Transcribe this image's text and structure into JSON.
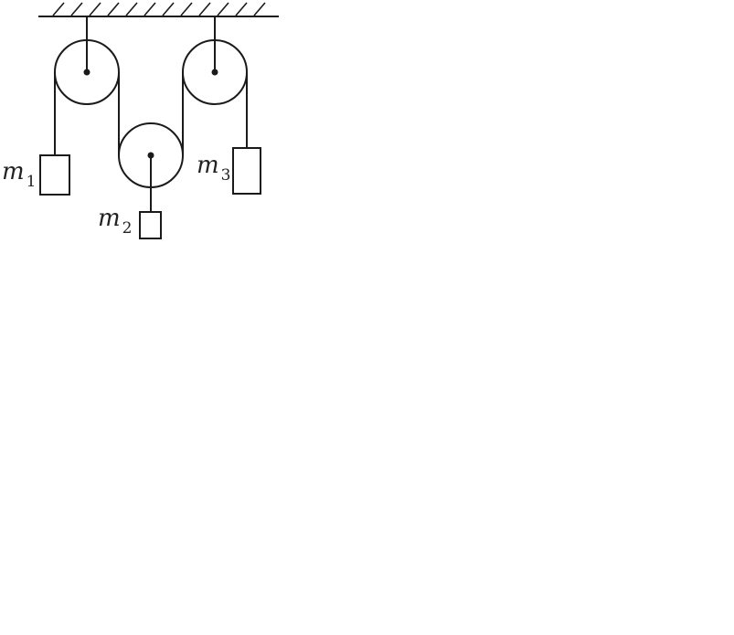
{
  "diagram": {
    "type": "pulley-system",
    "line_color": "#1a1a1a",
    "labels": {
      "m1": {
        "symbol": "m",
        "subscript": "1"
      },
      "m2": {
        "symbol": "m",
        "subscript": "2"
      },
      "m3": {
        "symbol": "m",
        "subscript": "3"
      }
    }
  }
}
